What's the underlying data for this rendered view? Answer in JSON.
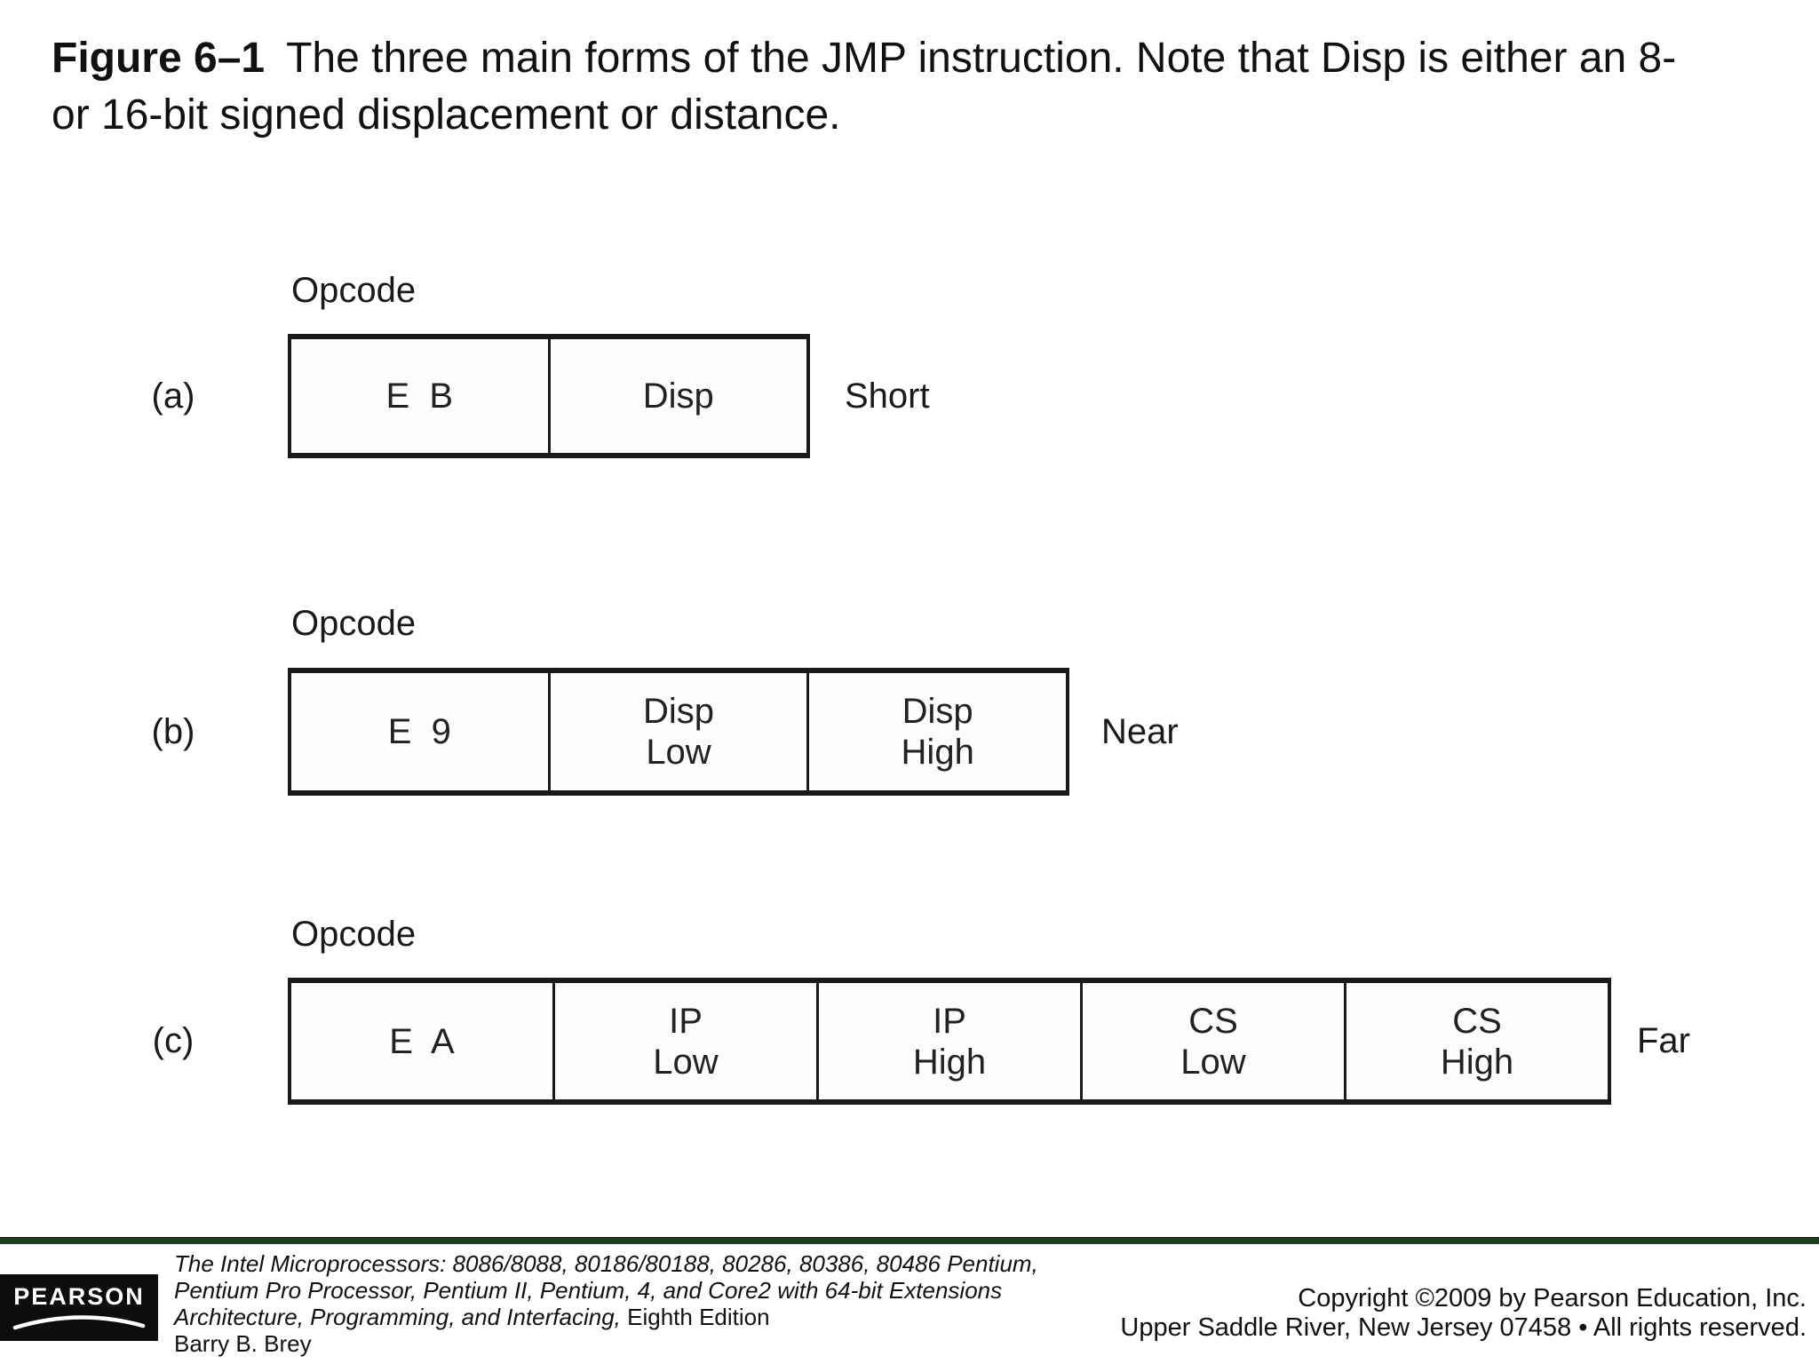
{
  "title": {
    "figure_label": "Figure 6–1",
    "line1": "The three main forms of the JMP instruction. Note that Disp is either an 8-",
    "line2": "or 16-bit signed displacement or distance."
  },
  "diagrams": [
    {
      "label": "(a)",
      "opcode_label": "Opcode",
      "type_label": "Short",
      "cells": [
        {
          "line1": "E  B",
          "line2": ""
        },
        {
          "line1": "Disp",
          "line2": ""
        }
      ]
    },
    {
      "label": "(b)",
      "opcode_label": "Opcode",
      "type_label": "Near",
      "cells": [
        {
          "line1": "E  9",
          "line2": ""
        },
        {
          "line1": "Disp",
          "line2": "Low"
        },
        {
          "line1": "Disp",
          "line2": "High"
        }
      ]
    },
    {
      "label": "(c)",
      "opcode_label": "Opcode",
      "type_label": "Far",
      "cells": [
        {
          "line1": "E  A",
          "line2": ""
        },
        {
          "line1": "IP",
          "line2": "Low"
        },
        {
          "line1": "IP",
          "line2": "High"
        },
        {
          "line1": "CS",
          "line2": "Low"
        },
        {
          "line1": "CS",
          "line2": "High"
        }
      ]
    }
  ],
  "footer": {
    "logo_text": "PEARSON",
    "book_title_line1": "The Intel Microprocessors: 8086/8088, 80186/80188, 80286, 80386, 80486 Pentium,",
    "book_title_line2": "Pentium Pro Processor, Pentium II, Pentium, 4, and Core2 with 64-bit Extensions",
    "book_title_line3_italic": "Architecture, Programming, and Interfacing,",
    "book_title_line3_regular": " Eighth Edition",
    "author": "Barry B. Brey",
    "copyright_line1": "Copyright ©2009 by Pearson Education, Inc.",
    "copyright_line2": "Upper Saddle River, New Jersey 07458 • All rights reserved."
  },
  "colors": {
    "rule_green": "#1f3e20",
    "box_border": "#1a1a1a",
    "text": "#1a1a1a",
    "logo_background": "#0d0d0d",
    "logo_text": "#ffffff"
  }
}
